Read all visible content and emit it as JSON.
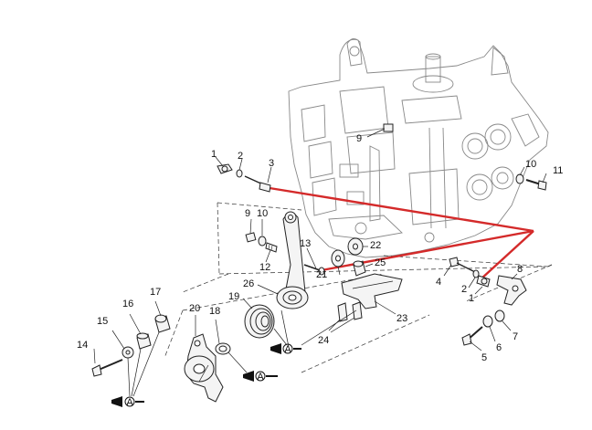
{
  "callouts": {
    "n1a": "1",
    "n2a": "2",
    "n3": "3",
    "n9a": "9",
    "n10a": "10",
    "n11": "11",
    "n9b": "9",
    "n10b": "10",
    "n12": "12",
    "n13": "13",
    "n21": "21",
    "n22": "22",
    "n25": "25",
    "n26": "26",
    "n19": "19",
    "n4": "4",
    "n2b": "2",
    "n1b": "1",
    "n8": "8",
    "n23": "23",
    "n24": "24",
    "n7": "7",
    "n6": "6",
    "n5": "5",
    "n14": "14",
    "n15": "15",
    "n16": "16",
    "n17": "17",
    "n20": "20",
    "n18": "18"
  },
  "symbols": {
    "grease_letter": "A"
  },
  "colors": {
    "highlight": "#d42a2a",
    "ink": "#222222",
    "engine": "#888888"
  }
}
